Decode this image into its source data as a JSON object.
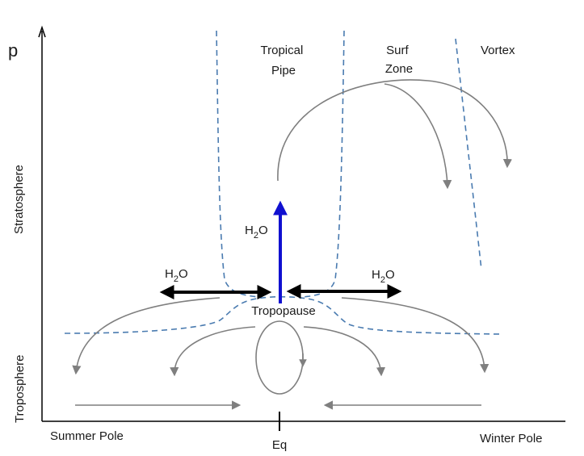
{
  "axes": {
    "vertical_label": "p",
    "region_labels": {
      "stratosphere": "Stratosphere",
      "troposphere": "Troposphere"
    },
    "bottom_labels": {
      "left": "Summer Pole",
      "center": "Eq",
      "right": "Winter Pole"
    }
  },
  "regions": {
    "tropical_pipe": [
      "Tropical",
      "Pipe"
    ],
    "surf_zone": [
      "Surf",
      "Zone"
    ],
    "vortex": "Vortex",
    "tropopause": "Tropopause"
  },
  "water_vapor": {
    "base": "H",
    "subscript": "2",
    "suffix": "O"
  },
  "colors": {
    "boundary_dashes": "#4a7bb0",
    "circulation_arrows": "#7f7f7f",
    "transport_arrows": "#000000",
    "upward_arrow": "#1010d0",
    "text": "#1a1a1a"
  }
}
